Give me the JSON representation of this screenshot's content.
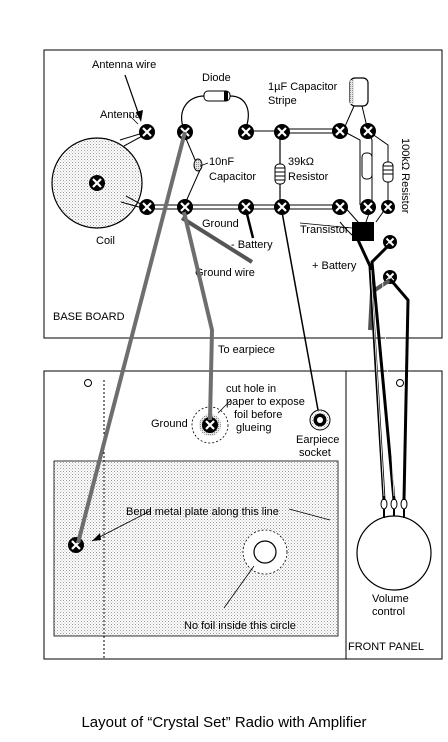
{
  "caption": "Layout of “Crystal Set” Radio with Amplifier",
  "base_board": {
    "title": "BASE BOARD",
    "labels": {
      "antenna_wire": "Antenna wire",
      "antenna": "Antenna",
      "diode": "Diode",
      "capacitor_1uf": "1µF Capacitor",
      "stripe": "Stripe",
      "capacitor_10nf": "10nF",
      "capacitor_word": "Capacitor",
      "resistor_39k": "39kΩ",
      "resistor_word": "Resistor",
      "resistor_100k": "100kΩ Resistor",
      "coil": "Coil",
      "ground": "Ground",
      "minus_battery": "- Battery",
      "ground_wire": "Ground wire",
      "transistor": "Transistor",
      "plus_battery": "+ Battery"
    }
  },
  "to_earpiece": "To earpiece",
  "front_panel": {
    "title": "FRONT PANEL",
    "labels": {
      "cut_hole_1": "cut hole in",
      "cut_hole_2": "paper to expose",
      "cut_hole_3": "foil before",
      "cut_hole_4": "glueing",
      "ground": "Ground",
      "earpiece": "Earpiece",
      "socket": "socket",
      "bend_plate": "Bend metal plate along this line",
      "no_foil": "No foil inside this circle",
      "volume": "Volume",
      "control": "control"
    }
  }
}
